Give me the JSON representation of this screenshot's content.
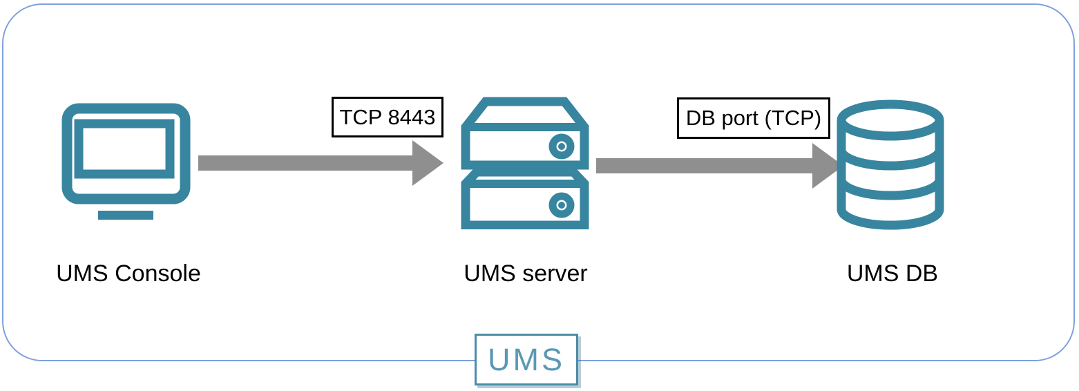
{
  "diagram": {
    "type": "architecture-flow",
    "nodes": {
      "console": {
        "label": "UMS Console",
        "icon": "monitor-icon"
      },
      "server": {
        "label": "UMS server",
        "icon": "server-icon"
      },
      "db": {
        "label": "UMS DB",
        "icon": "database-icon"
      }
    },
    "connections": {
      "console_to_server": {
        "from": "UMS Console",
        "to": "UMS server",
        "label": "TCP 8443",
        "direction": "right"
      },
      "server_to_db": {
        "from": "UMS server",
        "to": "UMS DB",
        "label": "DB port (TCP)",
        "direction": "right"
      }
    },
    "badge": {
      "label": "UMS"
    },
    "colors": {
      "icon_teal": "#38859F",
      "badge_border_teal": "#4D8CA7",
      "badge_text_teal": "#5A99B3",
      "arrow_gray": "#8F8F8F",
      "frame_blue": "#7EA1DE",
      "label_text": "#000000"
    }
  }
}
